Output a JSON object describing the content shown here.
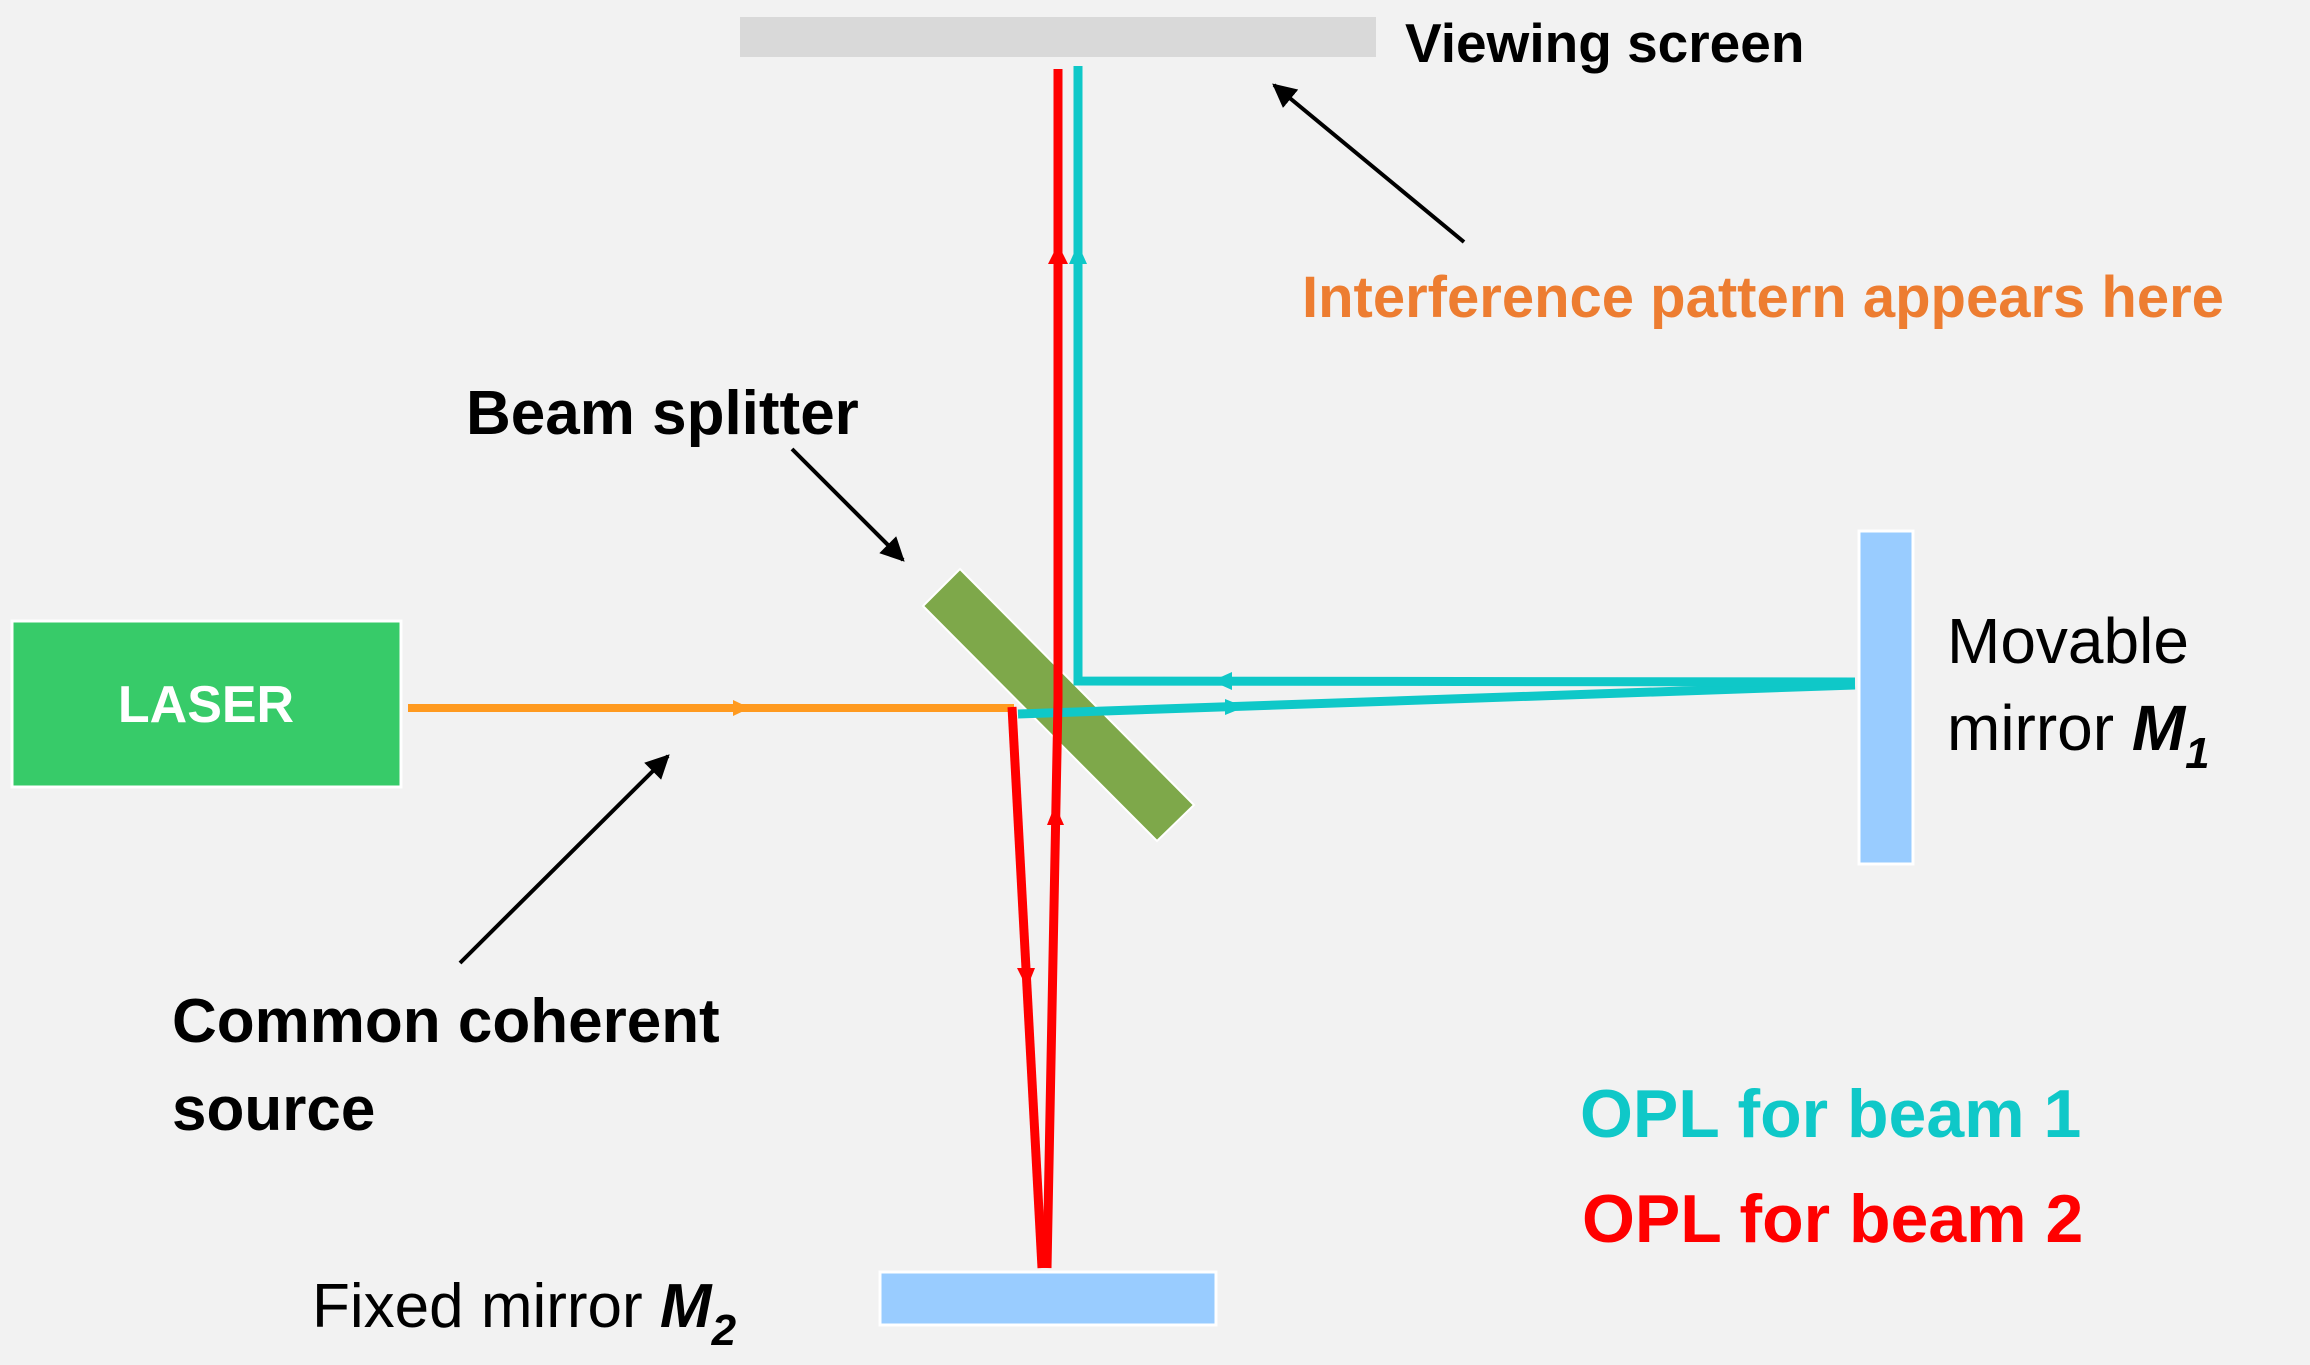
{
  "title": "Michelson interferometer",
  "colors": {
    "background": "#f2f2f2",
    "laser": "#37cb69",
    "laser_beam": "#ff9a1f",
    "beam1": "#0fc8c8",
    "beam2": "#ff0000",
    "mirror": "#99ccff",
    "beam_splitter": "#7ea84a",
    "viewing_screen": "#d9d9d9",
    "annotation_orange": "#ed7d31"
  },
  "components": {
    "laser_label": "LASER",
    "viewing_screen_label": "Viewing screen",
    "beam_splitter_label": "Beam splitter",
    "movable_mirror_label_line1": "Movable",
    "movable_mirror_label_line2": "mirror ",
    "movable_mirror_symbol": "M",
    "movable_mirror_subscript": "1",
    "fixed_mirror_label": "Fixed mirror ",
    "fixed_mirror_symbol": "M",
    "fixed_mirror_subscript": "2"
  },
  "annotations": {
    "interference": "Interference pattern appears here",
    "source_line1": "Common coherent",
    "source_line2": "source"
  },
  "legend": [
    {
      "label": "OPL for beam 1",
      "color": "#0fc8c8"
    },
    {
      "label": "OPL for beam 2",
      "color": "#ff0000"
    }
  ]
}
